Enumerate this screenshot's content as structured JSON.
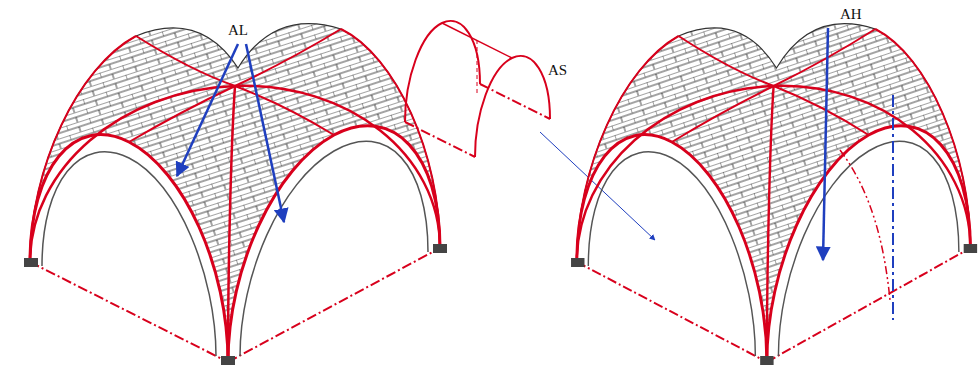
{
  "diagram": {
    "labels": [
      "AL",
      "AS",
      "AH"
    ]
  }
}
